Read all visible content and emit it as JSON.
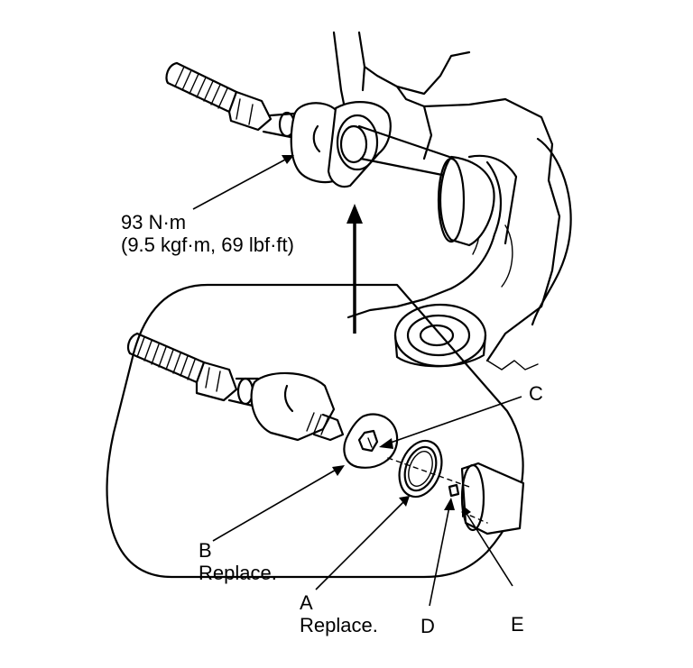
{
  "torque": {
    "line1": "93 N·m",
    "line2": "(9.5 kgf·m, 69 lbf·ft)"
  },
  "labels": {
    "a": {
      "letter": "A",
      "note": "Replace."
    },
    "b": {
      "letter": "B",
      "note": "Replace."
    },
    "c": {
      "letter": "C"
    },
    "d": {
      "letter": "D"
    },
    "e": {
      "letter": "E"
    }
  }
}
